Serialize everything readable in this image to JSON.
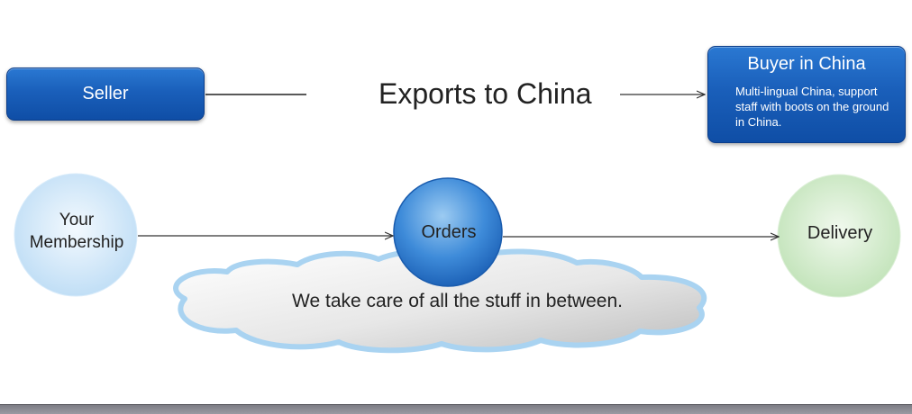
{
  "seller": {
    "label": "Seller"
  },
  "buyer": {
    "title": "Buyer in China",
    "description": "Multi-lingual China, support staff with boots on the ground in China."
  },
  "exports": {
    "label": "Exports to China"
  },
  "membership": {
    "line1": "Your",
    "line2": "Membership"
  },
  "orders": {
    "label": "Orders"
  },
  "delivery": {
    "label": "Delivery"
  },
  "cloud": {
    "text": "We take care of all the stuff in between."
  },
  "colors": {
    "box_blue": "#1a5fba",
    "circle_light_blue": "#cfe6f8",
    "circle_blue": "#2f7fd4",
    "circle_green": "#cfeac8",
    "cloud_border": "#a9d3f1",
    "cloud_fill": "#cfcfcf"
  }
}
